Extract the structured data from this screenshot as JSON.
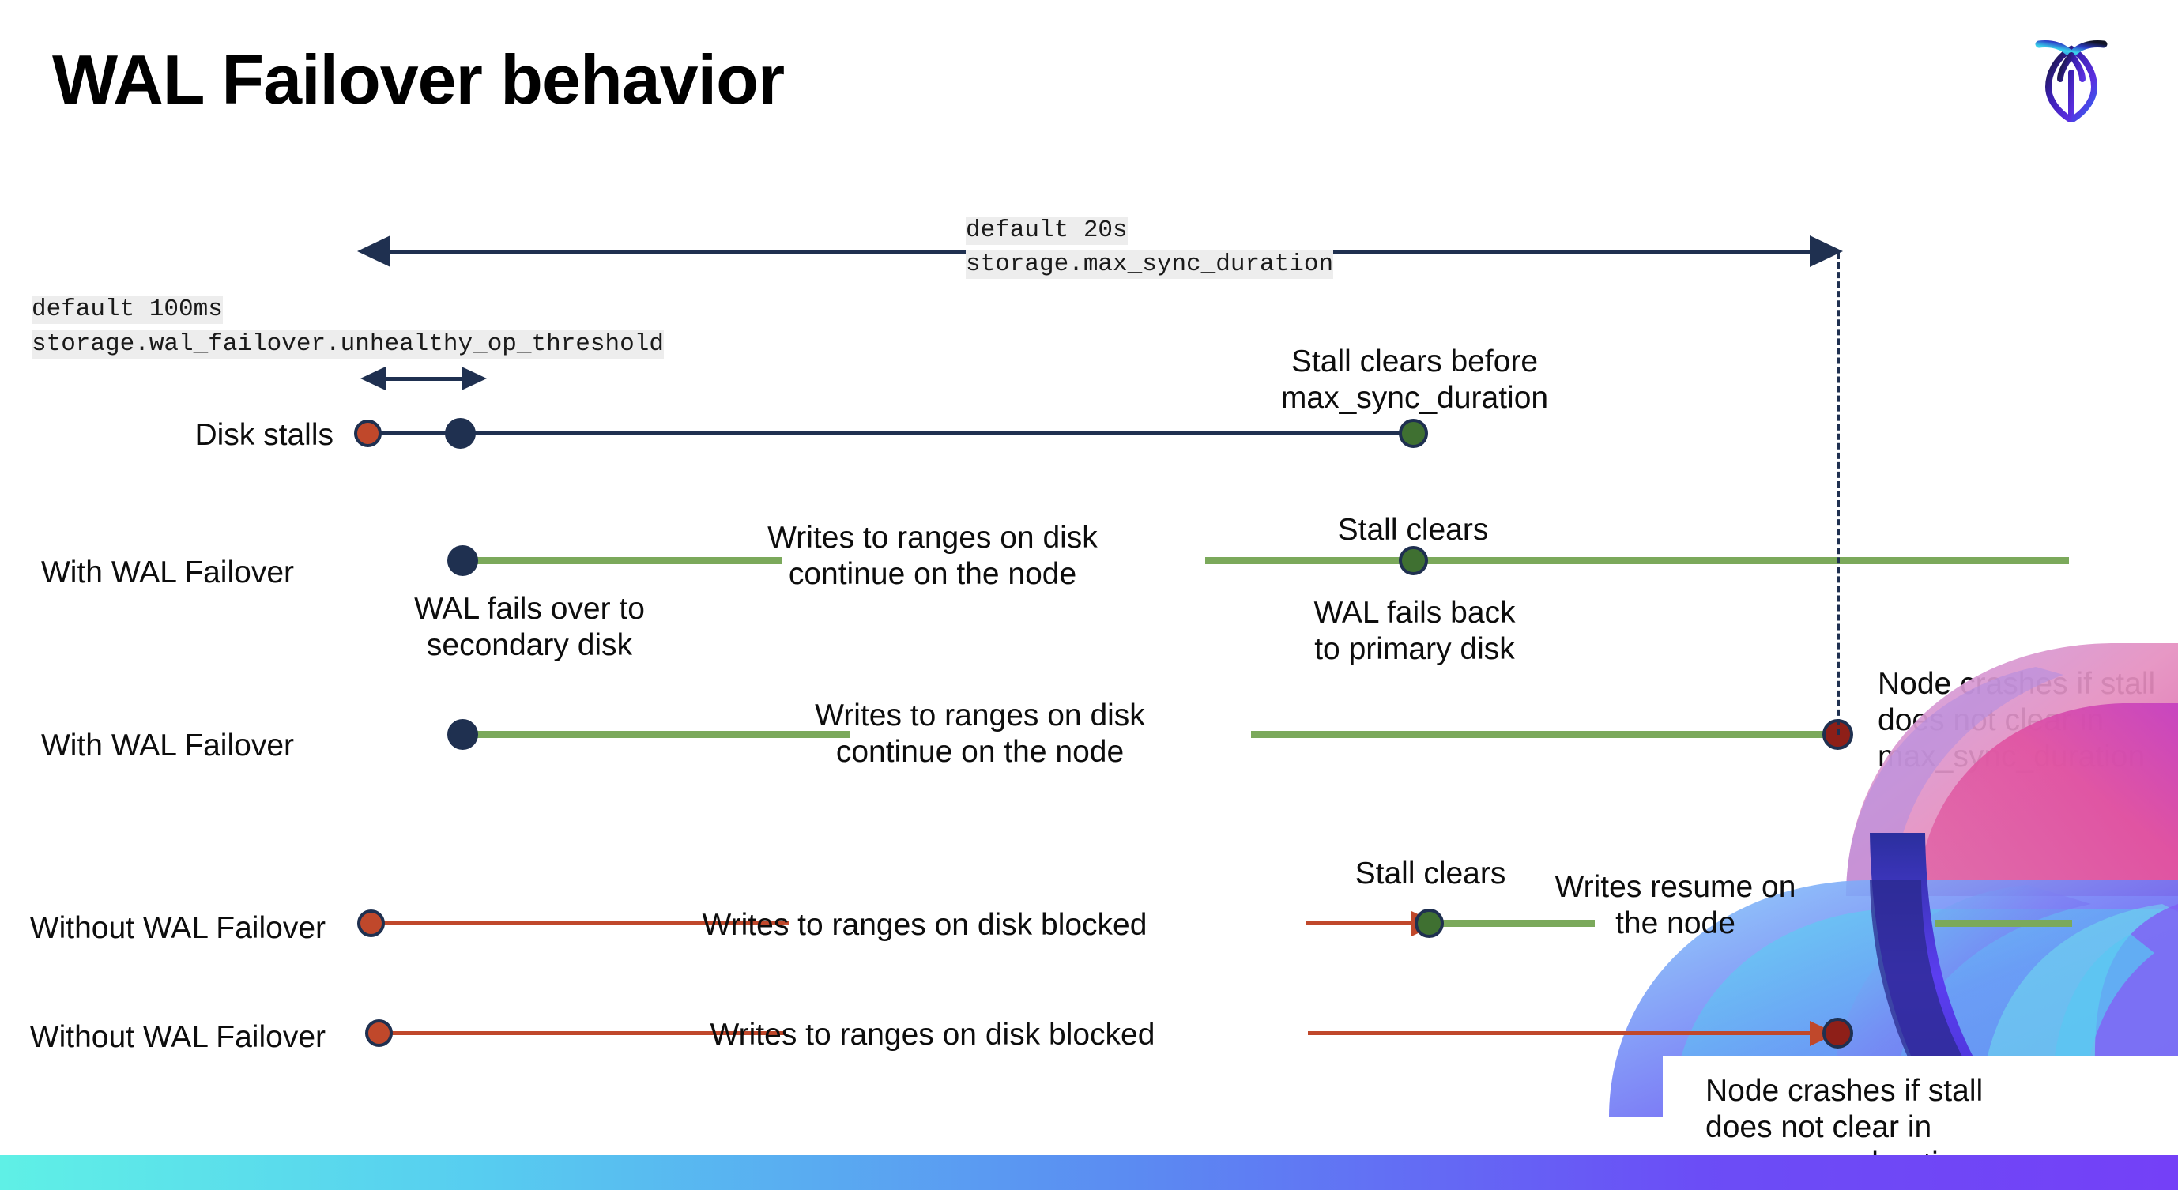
{
  "slide": {
    "title": "WAL Failover behavior",
    "logo_name": "cockroachdb-logo",
    "brand": {
      "navy": "#1f3050",
      "orange": "#c0482b",
      "green_line": "#7ba95b",
      "green_dot": "#3f7031",
      "dark_red": "#8e1f18",
      "code_bg": "#ededed"
    }
  },
  "timeline": {
    "max_sync": {
      "default_line": "default 20s",
      "setting_line": "storage.max_sync_duration"
    },
    "unhealthy_threshold": {
      "default_line": "default 100ms",
      "setting_line": "storage.wal_failover.unhealthy_op_threshold"
    }
  },
  "rows": [
    {
      "id": "disk-stalls",
      "label": "Disk stalls",
      "annotation_above": "Stall clears before\nmax_sync_duration",
      "annotation_above_l1": "Stall clears before",
      "annotation_above_l2": "max_sync_duration"
    },
    {
      "id": "with-wal-failover-1",
      "label": "With WAL Failover",
      "mid_label_l1": "Writes to ranges on disk",
      "mid_label_l2": "continue on the node",
      "clear_label": "Stall clears",
      "below_l1": "WAL fails over to",
      "below_l2": "secondary disk",
      "below_right_l1": "WAL fails  back",
      "below_right_l2": "to primary disk"
    },
    {
      "id": "with-wal-failover-2",
      "label": "With WAL Failover",
      "mid_label_l1": "Writes to ranges on disk",
      "mid_label_l2": "continue on the node",
      "crash_l1": "Node crashes if stall",
      "crash_l2": "does not clear in",
      "crash_l3": "max_sync_duration"
    },
    {
      "id": "without-wal-failover-1",
      "label": "Without WAL Failover",
      "mid_label": "Writes to ranges on disk  blocked",
      "clear_label": "Stall clears",
      "resume_l1": "Writes resume on",
      "resume_l2": "the node"
    },
    {
      "id": "without-wal-failover-2",
      "label": "Without WAL Failover",
      "mid_label": "Writes to ranges on disk  blocked",
      "crash_l1": "Node crashes if stall",
      "crash_l2": "does not clear in",
      "crash_l3": "max_sync_duration"
    }
  ]
}
